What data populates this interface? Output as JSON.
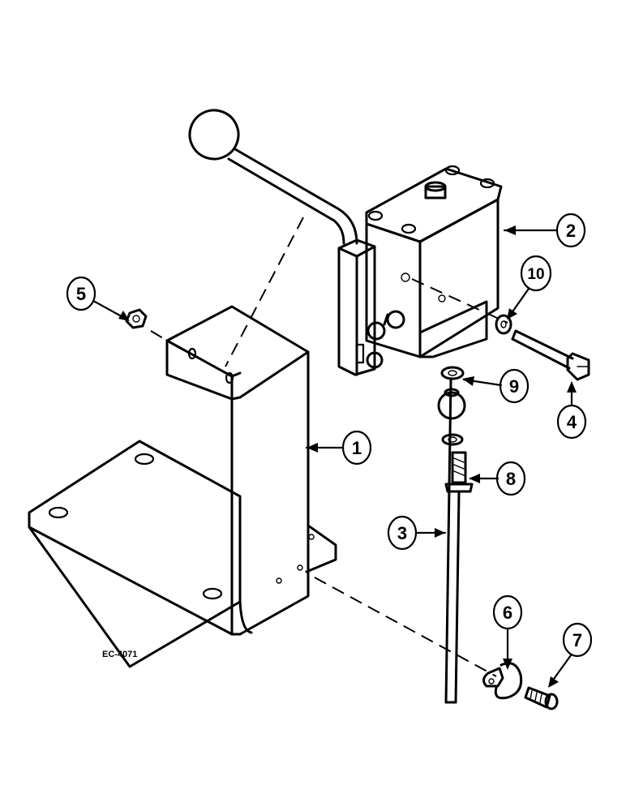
{
  "diagram": {
    "reference_code": "EC-4071",
    "callouts": [
      {
        "id": "callout-1",
        "label": "1"
      },
      {
        "id": "callout-2",
        "label": "2"
      },
      {
        "id": "callout-3",
        "label": "3"
      },
      {
        "id": "callout-4",
        "label": "4"
      },
      {
        "id": "callout-5",
        "label": "5"
      },
      {
        "id": "callout-6",
        "label": "6"
      },
      {
        "id": "callout-7",
        "label": "7"
      },
      {
        "id": "callout-8",
        "label": "8"
      },
      {
        "id": "callout-9",
        "label": "9"
      },
      {
        "id": "callout-10",
        "label": "10"
      }
    ]
  }
}
